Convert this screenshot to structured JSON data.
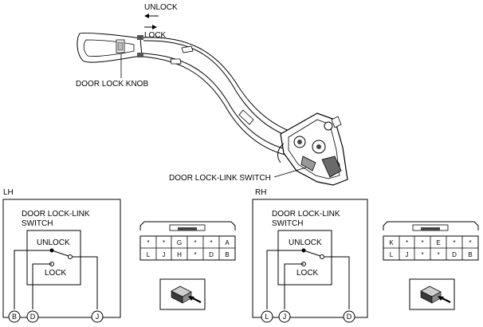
{
  "top": {
    "unlock_label": "UNLOCK",
    "lock_label": "LOCK",
    "knob_label": "DOOR LOCK KNOB",
    "switch_label": "DOOR LOCK-LINK SWITCH"
  },
  "lh": {
    "side": "LH",
    "title_line1": "DOOR LOCK-LINK",
    "title_line2": "SWITCH",
    "unlock": "UNLOCK",
    "lock": "LOCK",
    "pins": [
      "B",
      "D",
      "J"
    ],
    "connector": {
      "row1": [
        "*",
        "*",
        "G",
        "*",
        "*",
        "A"
      ],
      "row2": [
        "L",
        "J",
        "H",
        "*",
        "D",
        "B"
      ]
    }
  },
  "rh": {
    "side": "RH",
    "title_line1": "DOOR LOCK-LINK",
    "title_line2": "SWITCH",
    "unlock": "UNLOCK",
    "lock": "LOCK",
    "pins": [
      "L",
      "J",
      "D"
    ],
    "connector": {
      "row1": [
        "K",
        "*",
        "*",
        "E",
        "*",
        "*"
      ],
      "row2": [
        "L",
        "J",
        "*",
        "*",
        "D",
        "B"
      ]
    }
  }
}
